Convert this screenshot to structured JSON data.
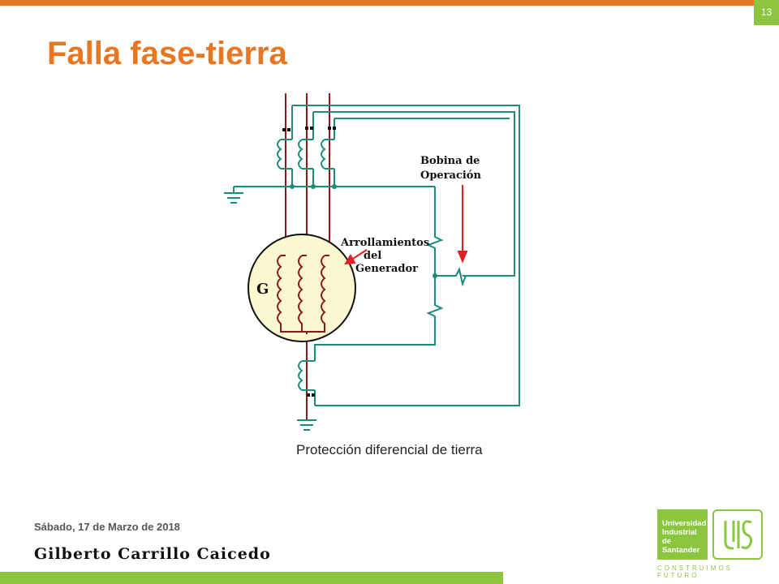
{
  "slide": {
    "page_number": "13",
    "title": "Falla fase-tierra",
    "caption": "Protección diferencial de tierra",
    "date": "Sábado, 17 de Marzo de 2018",
    "author": "Gilberto Carrillo Caicedo"
  },
  "diagram": {
    "label_coil_line1": "Bobina de",
    "label_coil_line2": "Operación",
    "label_windings_line1": "Arrollamientos",
    "label_windings_line2": "del",
    "label_windings_line3": "Generador",
    "label_generator": "G"
  },
  "logo": {
    "line1": "Universidad",
    "line2": "Industrial de",
    "line3": "Santander",
    "slogan": "CONSTRUIMOS FUTURO"
  },
  "colors": {
    "accent_orange": "#e87722",
    "accent_green": "#8cc63f",
    "phase_conductor": "#8b1a1a",
    "ct_wiring": "#1a8a7a",
    "coil_arrow": "#e02020",
    "generator_fill": "#fbf8d0"
  }
}
